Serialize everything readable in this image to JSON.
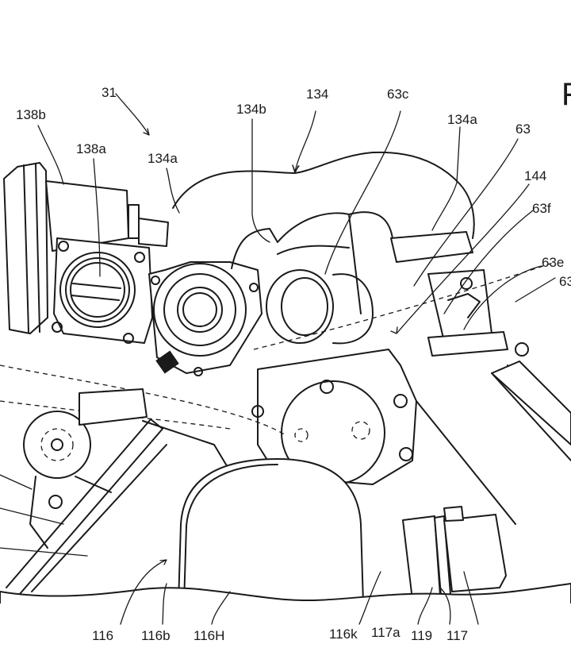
{
  "figure": {
    "type": "patent-drawing",
    "subject": "engine intake / throttle body assembly",
    "figure_label_partial": "F"
  },
  "labels": {
    "l31": "31",
    "l138b": "138b",
    "l138a": "138a",
    "l134a_left": "134a",
    "l134b": "134b",
    "l134": "134",
    "l63c": "63c",
    "l134a_right": "134a",
    "l63": "63",
    "l144": "144",
    "l63f": "63f",
    "l63e": "63e",
    "l63_partial": "63",
    "l116": "116",
    "l116b": "116b",
    "l116H": "116H",
    "l116k": "116k",
    "l117a": "117a",
    "l119": "119",
    "l117": "117"
  },
  "colors": {
    "line": "#1a1a1a",
    "background": "#ffffff"
  }
}
